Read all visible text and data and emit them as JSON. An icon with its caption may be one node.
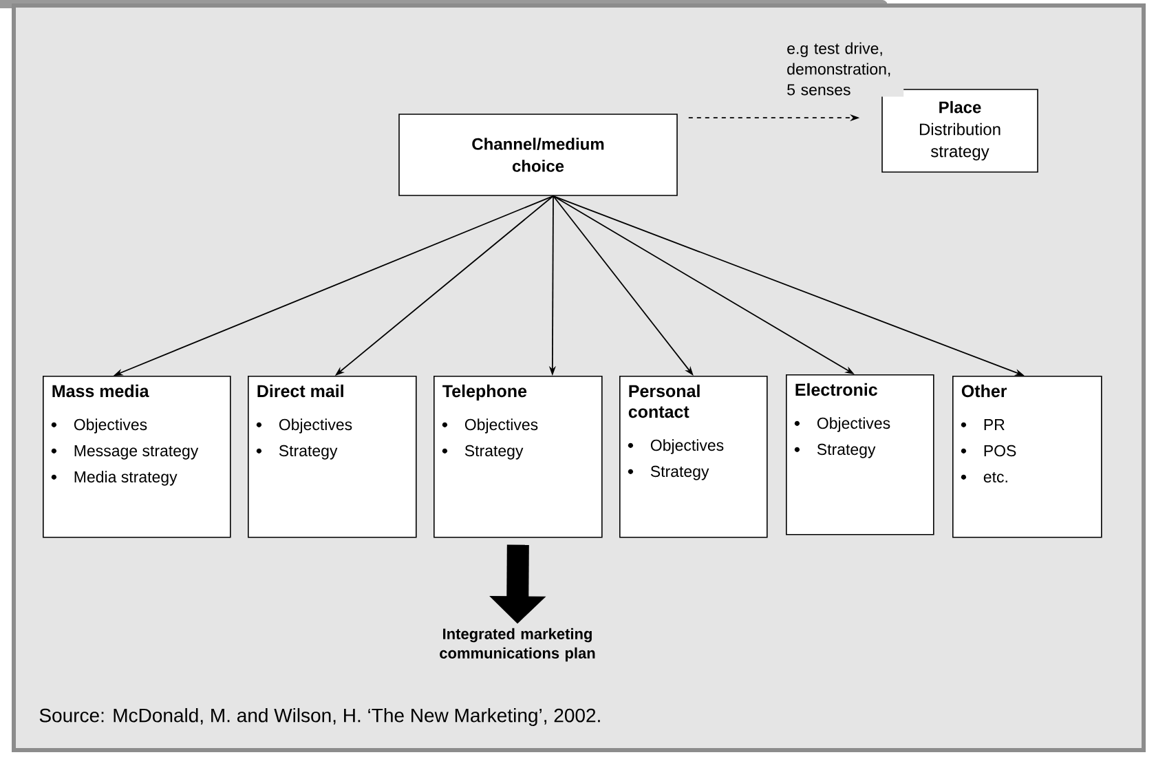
{
  "diagram": {
    "caption": "Source:  McDonald, M. and Wilson, H. ‘The New Marketing’, 2002.",
    "nodes": [
      {
        "text": [
          "Channel/medium choice"
        ]
      },
      {
        "text": [
          "Place",
          "Distribution strategy"
        ]
      },
      {
        "text": [
          "Mass media",
          "Objectives",
          "Message strategy",
          "Media strategy"
        ]
      },
      {
        "text": [
          "Direct mail",
          "Objectives",
          "Strategy"
        ]
      },
      {
        "text": [
          "Telephone",
          "Objectives",
          "Strategy"
        ]
      },
      {
        "text": [
          "Personal contact",
          "Objectives",
          "Strategy"
        ]
      },
      {
        "text": [
          "Electronic",
          "Objectives",
          "Strategy"
        ]
      },
      {
        "text": [
          "Other",
          "PR",
          "POS",
          "etc."
        ]
      },
      {
        "text": [
          "Integrated marketing communications plan"
        ]
      }
    ],
    "edges": [
      {
        "from": 0,
        "to": 1,
        "arrow": "to",
        "style": "dashed",
        "label": "e.g  test drive, demonstration, 5 senses"
      },
      {
        "from": 0,
        "to": 2,
        "arrow": "to"
      },
      {
        "from": 0,
        "to": 3,
        "arrow": "to"
      },
      {
        "from": 0,
        "to": 4,
        "arrow": "to"
      },
      {
        "from": 0,
        "to": 5,
        "arrow": "to"
      },
      {
        "from": 0,
        "to": 6,
        "arrow": "to"
      },
      {
        "from": 0,
        "to": 7,
        "arrow": "to"
      },
      {
        "from": 4,
        "to": 8,
        "arrow": "to",
        "style": "thick"
      }
    ]
  }
}
